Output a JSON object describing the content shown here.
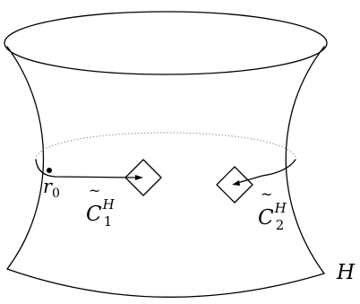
{
  "labels": {
    "surface": "H",
    "basepoint": "r",
    "basepoint_sub": "0",
    "curve1": {
      "base": "C",
      "sup": "H",
      "sub": "1"
    },
    "curve2": {
      "base": "C",
      "sup": "H",
      "sub": "2"
    },
    "tilde": "~"
  },
  "colors": {
    "ink": "#000000",
    "hidden_edge": "#7a7a7a",
    "background": "#ffffff"
  }
}
